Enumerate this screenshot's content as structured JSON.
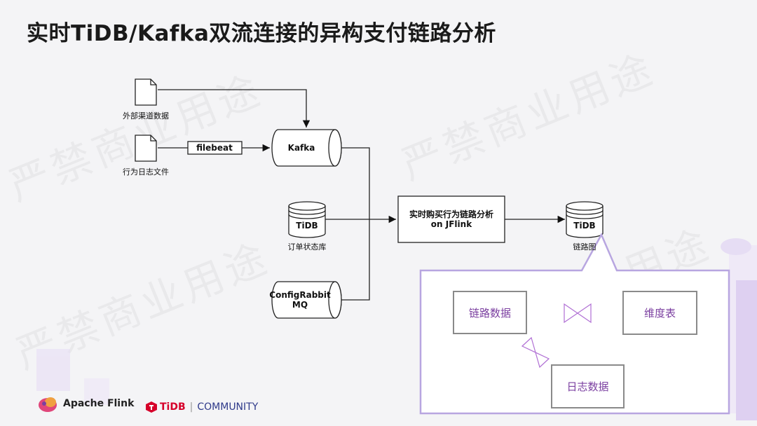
{
  "title": "实时TiDB/Kafka双流连接的异构支付链路分析",
  "watermark": "严禁商业用途",
  "sources": {
    "external": "外部渠道数据",
    "log": "行为日志文件",
    "filebeat": "filebeat",
    "kafka": "Kafka",
    "tidb_src": "TiDB",
    "tidb_src_caption": "订单状态库",
    "mq_line1": "ConfigRabbit",
    "mq_line2": "MQ"
  },
  "process": {
    "line1": "实时购买行为链路分析",
    "line2": "on JFlink"
  },
  "sink": {
    "name": "TiDB",
    "caption": "链路图"
  },
  "callout": {
    "link_data": "链路数据",
    "dim_table": "维度表",
    "log_data": "日志数据"
  },
  "footer": {
    "flink": "Apache Flink",
    "tidb": "TiDB",
    "community": "COMMUNITY"
  },
  "colors": {
    "accent_purple": "#7b3fa0",
    "callout_border": "#8a8a8a",
    "tidb_red": "#d6002a"
  }
}
